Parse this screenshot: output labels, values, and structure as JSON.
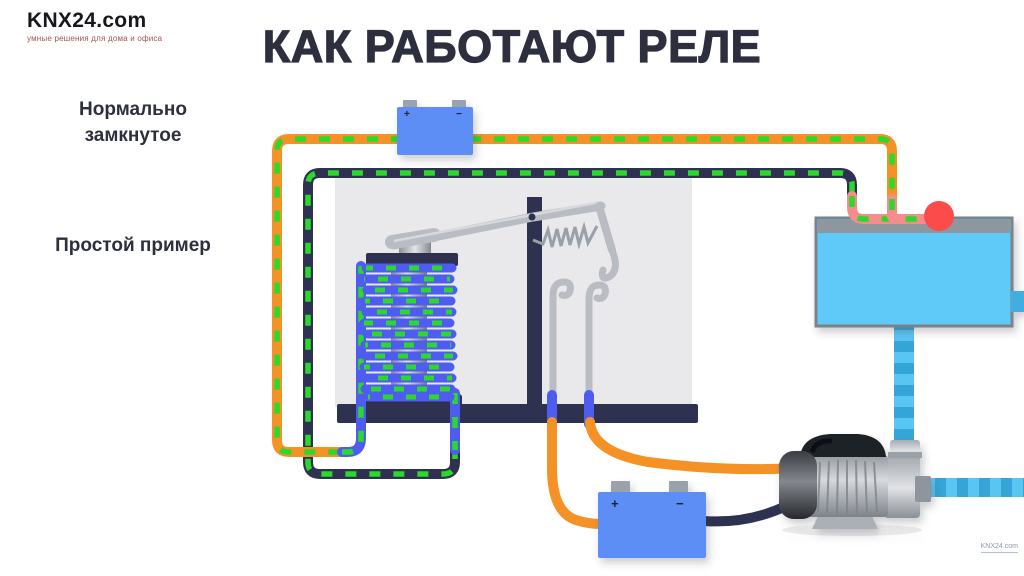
{
  "logo": {
    "name": "KNX24.com",
    "tagline": "умные решения для дома и офиса"
  },
  "title": "КАК РАБОТАЮТ РЕЛЕ",
  "side_labels": {
    "relay_mode": "Нормально замкнутое",
    "example": "Простой пример"
  },
  "battery_top": {
    "plus": "+",
    "minus": "−"
  },
  "battery_bottom": {
    "plus": "+",
    "minus": "−"
  },
  "watermark": "KNX24.com",
  "diagram_parts": {
    "coil": "relay-coil",
    "armature": "relay-armature",
    "contacts": "normally-closed-contacts",
    "float_switch": "tank-float-switch",
    "pump": "water-pump",
    "tank": "water-tank"
  },
  "colors": {
    "orange": "#f49225",
    "navy": "#2e3150",
    "blue": "#4f5cf0",
    "green": "#2bd82b",
    "pink": "#f68d8d",
    "battery": "#5d8ef5",
    "terminal": "#9aa2ac",
    "tank": "#5ec9f7",
    "tank_band": "#8e979e",
    "tank_border": "#7b8289",
    "pipe_light": "#59c5f2",
    "pipe_dark": "#35a5d8",
    "float_red": "#fb4b4b",
    "panel": "#e9e9eb",
    "metal": "#b9bcc2",
    "title_ink": "#2d2f3e",
    "tagline": "#a3524c"
  }
}
